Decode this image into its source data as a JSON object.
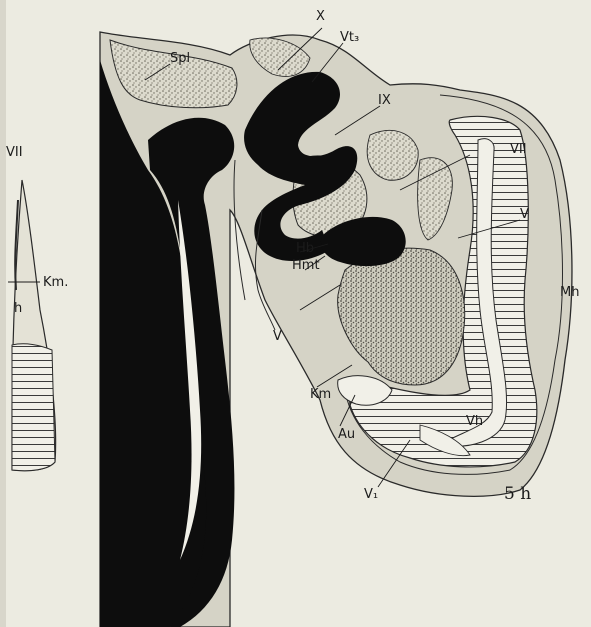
{
  "figure": {
    "panel_label": "5 h",
    "left_panel_labels": {
      "seven": "VII",
      "km": "Km.",
      "h": "h"
    },
    "labels": {
      "x": "X",
      "vt3": "Vt₃",
      "spl": "Spl",
      "ix": "IX",
      "vii": "VII",
      "v_right": "V",
      "mh": "Mh",
      "hb": "Hb",
      "hmt": "Hmt",
      "v_left": "V",
      "km": "Km",
      "au": "Au",
      "vh": "Vh",
      "v1": "V₁"
    },
    "colors": {
      "background": "#ecebe1",
      "black_tissue": "#0d0d0d",
      "stipple": "#b9b6a6",
      "outline": "#2a2a2a",
      "hatching": "#3a3a3a"
    }
  }
}
